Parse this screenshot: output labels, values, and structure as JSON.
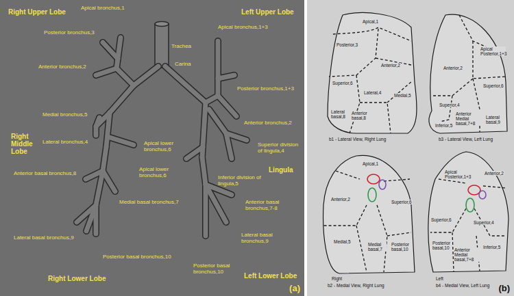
{
  "diagram": {
    "nodes": [
      {
        "text": [
          "(a)"
        ]
      },
      {
        "text": [
          "(b)"
        ]
      }
    ],
    "labels": [
      "Right Upper Lobe",
      "Apical bronchus,1",
      "Trachea",
      "Left Upper Lobe",
      "Posterior bronchus,3",
      "Carina",
      "Apical bronchus,1+3",
      "Anterior bronchus,2",
      "Posterior bronchus,1+3",
      "Anterior bronchus,2",
      "Right Middle Lobe",
      "Medial bronchus,5",
      "Lateral bronchus,4",
      "Apical lower bronchus,6",
      "Superior division of lingula,4",
      "Lingula",
      "Apical lower bronchus,6",
      "Inferior division of lingula,5",
      "Anterior basal bronchus,8",
      "Medial basal bronchus,7",
      "Anterior basal bronchus,7-8",
      "Lateral basal bronchus,9",
      "Lateral basal bronchus,9",
      "Posterior basal bronchus,10",
      "Posterior basal bronchus,10",
      "Right Lower Lobe",
      "Left Lower Lobe",
      "Apical,1",
      "Posterior,3",
      "Anterior,2",
      "Superior,6",
      "Lateral,4",
      "Medial,5",
      "Lateral basal,8",
      "Anterior basal,8",
      "b1 - Lateral View, Right Lung",
      "Apical Posterior,1+3",
      "Anterior,2",
      "Superior,6",
      "Superior,4",
      "Anterior Medial basal,7+8",
      "Lateral basal,9",
      "Inferior,5",
      "b3 - Lateral View, Left Lung",
      "Apical,1",
      "Anterior,2",
      "Superior,6",
      "Medial,5",
      "Medial basal,7",
      "Posterior basal,10",
      "Right",
      "b2 - Medial View, Right Lung",
      "Apical Posterior,1+3",
      "Anterior,2",
      "Superior,6",
      "Superior,4",
      "Posterior basal,10",
      "Anterior Medial basal,7+8",
      "Inferior,5",
      "Left",
      "b4 - Medial View, Left Lung"
    ]
  }
}
